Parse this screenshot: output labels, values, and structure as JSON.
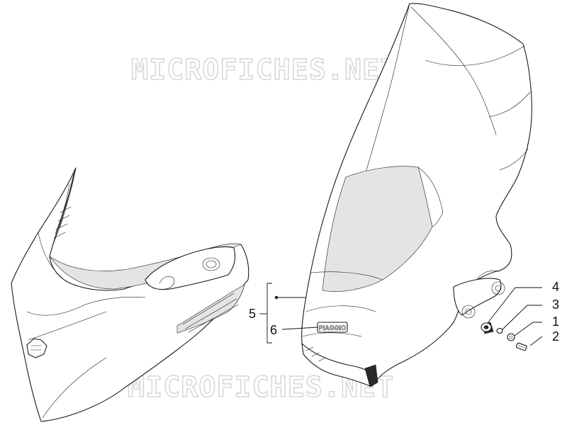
{
  "watermark": {
    "top": "MICROFICHES.NET",
    "bottom": "MICROFICHES.NET"
  },
  "emblem_text": "PIAGGIO",
  "callouts": [
    {
      "id": "label-5",
      "text": "5"
    },
    {
      "id": "label-6",
      "text": "6"
    },
    {
      "id": "label-4",
      "text": "4"
    },
    {
      "id": "label-3",
      "text": "3"
    },
    {
      "id": "label-1",
      "text": "1"
    },
    {
      "id": "label-2",
      "text": "2"
    }
  ]
}
